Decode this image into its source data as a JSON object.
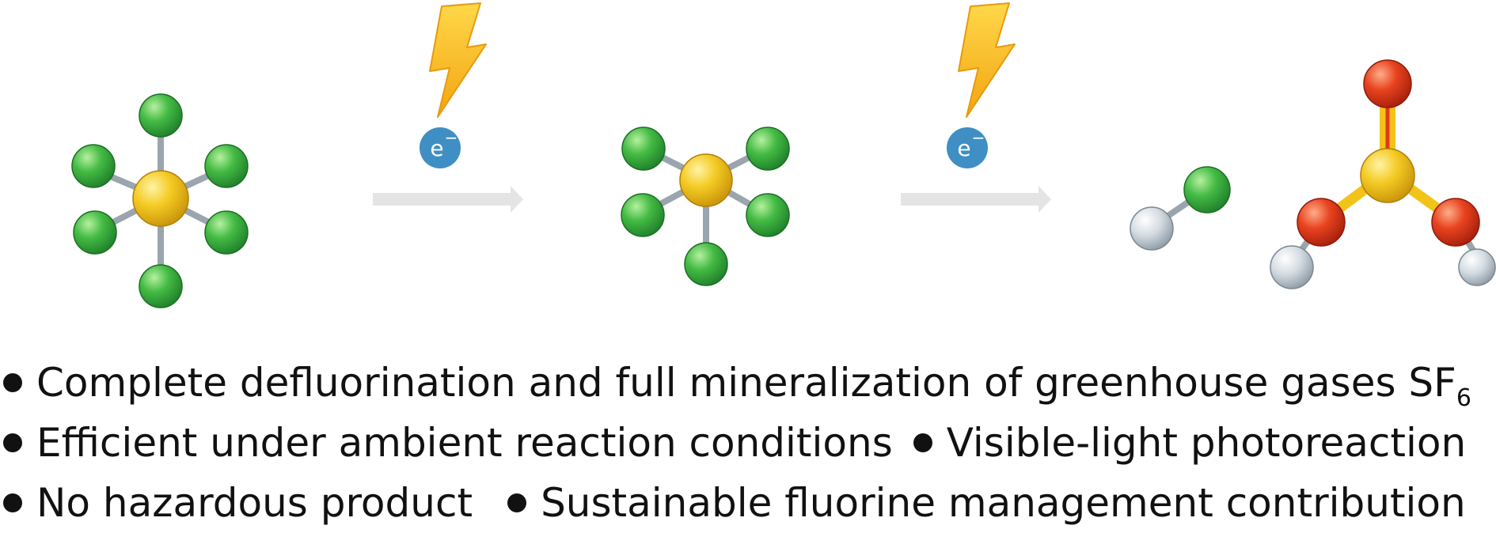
{
  "steps": [
    {
      "electron_label": "e",
      "electron_charge": "−"
    },
    {
      "electron_label": "e",
      "electron_charge": "−"
    }
  ],
  "bullets": {
    "line1": {
      "text": "Complete defluorination and full mineralization of greenhouse gases SF",
      "subscript": "6"
    },
    "line2a": "Efficient under ambient reaction conditions",
    "line2b": "Visible-light photoreaction",
    "line3a": "No hazardous product",
    "line3b": "Sustainable fluorine management contribution"
  },
  "colors": {
    "sulfur": "#f2c318",
    "fluorine": "#3cb43c",
    "oxygen": "#e5361b",
    "hydrogen": "#d6dde2",
    "electron": "#3f8fc4",
    "bolt": "#f6b81a",
    "arrow": "#e3e3e3"
  }
}
